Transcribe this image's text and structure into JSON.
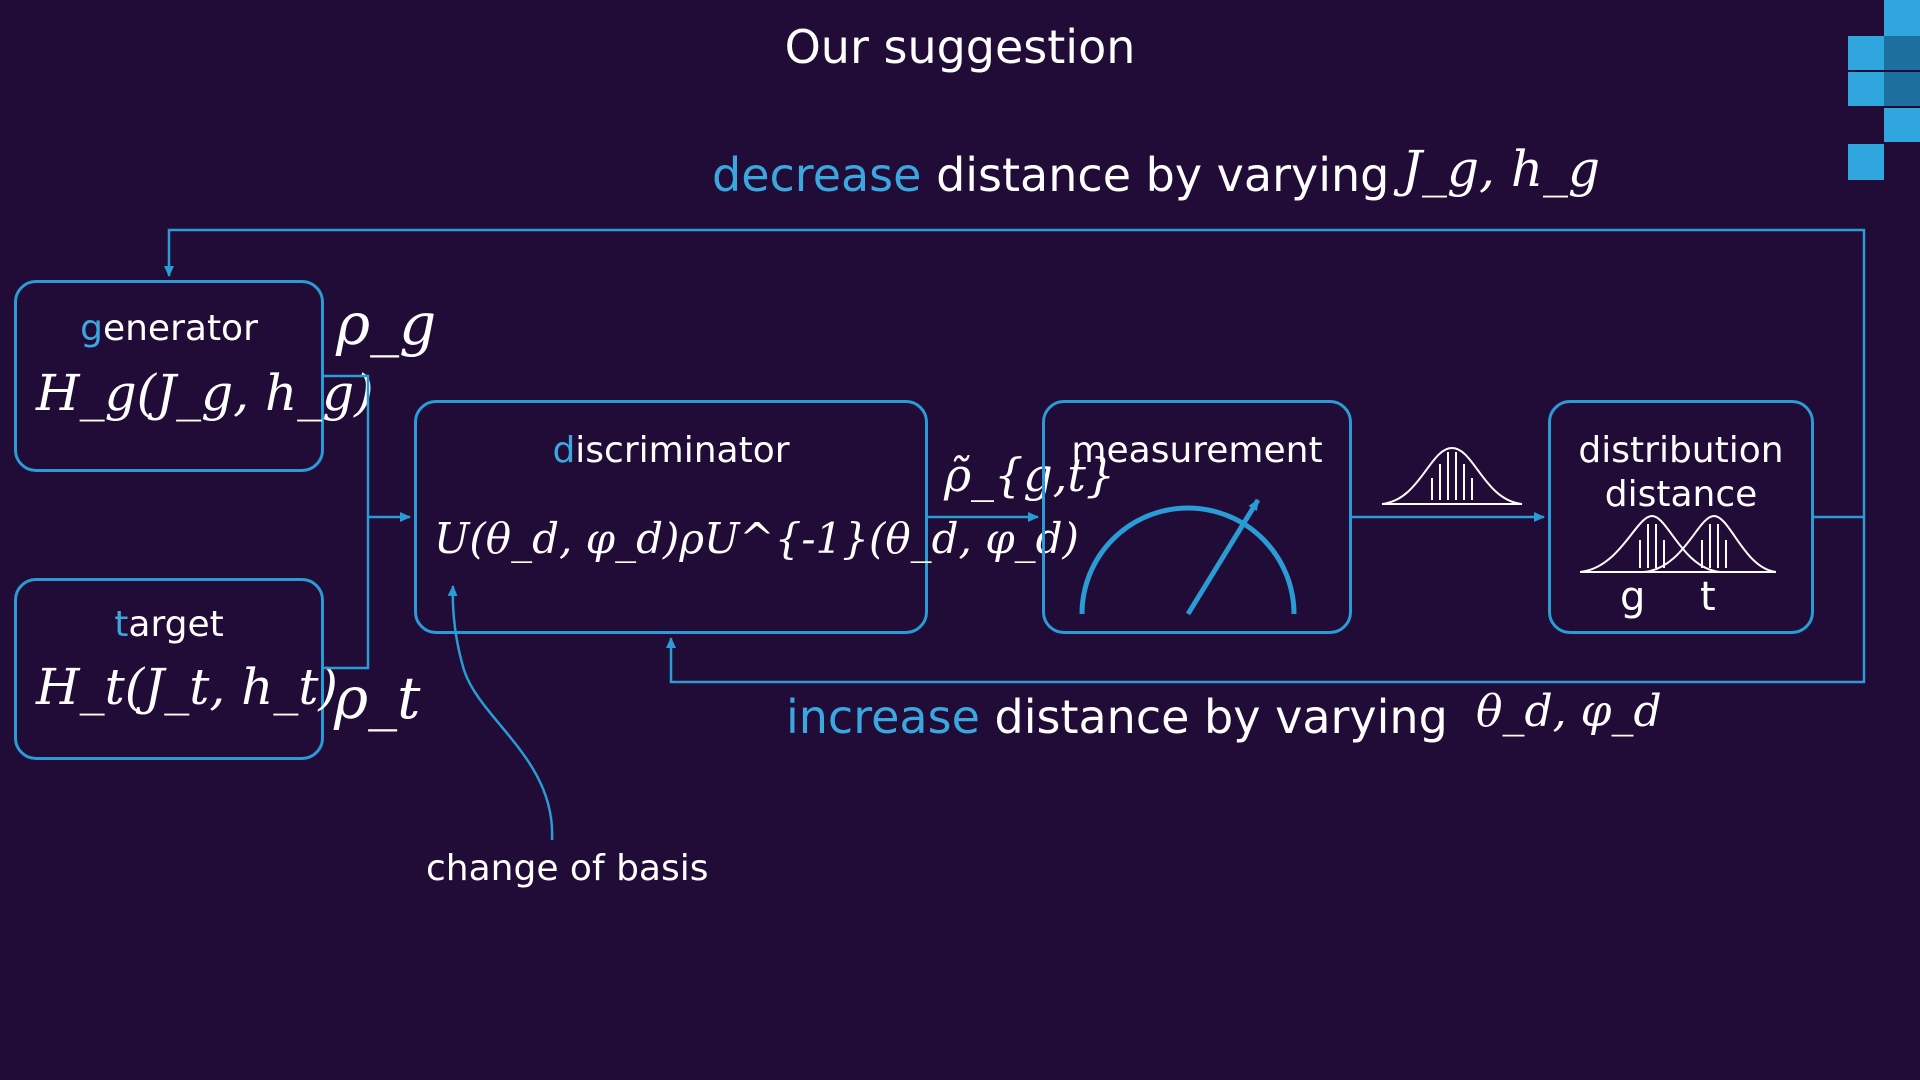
{
  "slide": {
    "title": "Our suggestion"
  },
  "feedback_top": {
    "accent": "decrease",
    "rest": " distance by varying",
    "params": "J_g, h_g"
  },
  "feedback_bottom": {
    "accent": "increase",
    "rest": " distance by varying",
    "params": "θ_d, φ_d"
  },
  "generator": {
    "first": "g",
    "rest": "enerator",
    "formula": "H_g(J_g, h_g)",
    "output": "ρ_g"
  },
  "target": {
    "first": "t",
    "rest": "arget",
    "formula": "H_t(J_t, h_t)",
    "output": "ρ_t"
  },
  "discriminator": {
    "first": "d",
    "rest": "iscriminator",
    "formula": "U(θ_d, φ_d)ρU^{-1}(θ_d, φ_d)",
    "output": "ρ̃_{g,t}"
  },
  "measurement": {
    "label": "measurement"
  },
  "distance": {
    "line1": "distribution",
    "line2": "distance",
    "g_label": "g",
    "t_label": "t"
  },
  "annotation": {
    "text": "change of basis"
  },
  "colors": {
    "background": "#210c37",
    "accent": "#3aa7df",
    "line": "#2a9bd4",
    "text": "#ffffff"
  }
}
